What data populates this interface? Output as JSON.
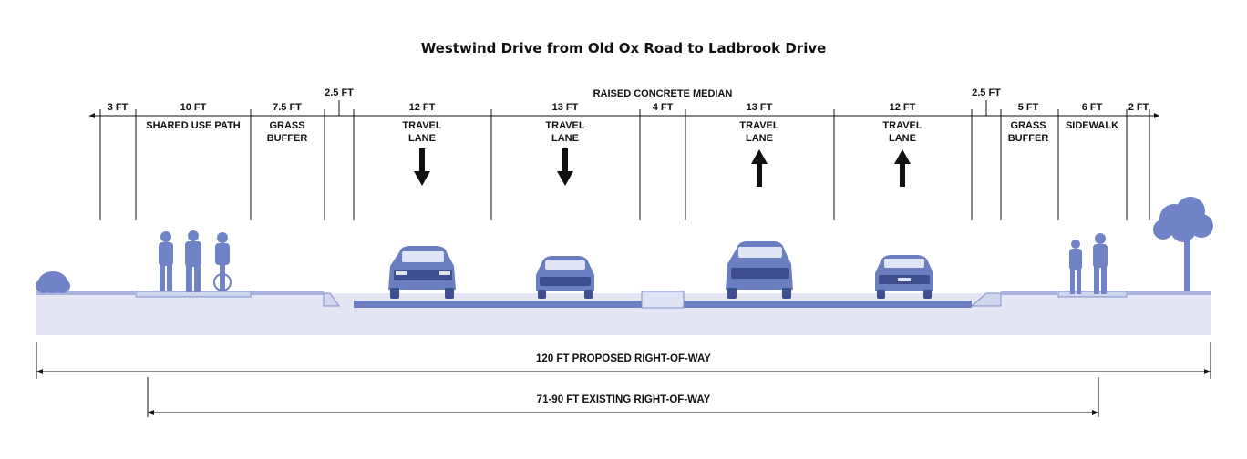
{
  "title": "Westwind Drive from Old Ox Road to Ladbrook Drive",
  "median_label": "RAISED CONCRETE MEDIAN",
  "segments": [
    {
      "width": "3 FT",
      "line1": "",
      "line2": ""
    },
    {
      "width": "10 FT",
      "line1": "SHARED USE PATH",
      "line2": ""
    },
    {
      "width": "7.5 FT",
      "line1": "GRASS",
      "line2": "BUFFER"
    },
    {
      "width": "2.5 FT",
      "line1": "",
      "line2": ""
    },
    {
      "width": "12 FT",
      "line1": "TRAVEL",
      "line2": "LANE",
      "direction": "down"
    },
    {
      "width": "13 FT",
      "line1": "TRAVEL",
      "line2": "LANE",
      "direction": "down"
    },
    {
      "width": "4 FT",
      "line1": "",
      "line2": ""
    },
    {
      "width": "13 FT",
      "line1": "TRAVEL",
      "line2": "LANE",
      "direction": "up"
    },
    {
      "width": "12 FT",
      "line1": "TRAVEL",
      "line2": "LANE",
      "direction": "up"
    },
    {
      "width": "2.5 FT",
      "line1": "",
      "line2": ""
    },
    {
      "width": "5 FT",
      "line1": "GRASS",
      "line2": "BUFFER"
    },
    {
      "width": "6 FT",
      "line1": "SIDEWALK",
      "line2": ""
    },
    {
      "width": "2 FT",
      "line1": "",
      "line2": ""
    }
  ],
  "proposed_row_label": "120 FT PROPOSED RIGHT-OF-WAY",
  "existing_row_label": "71-90 FT EXISTING RIGHT-OF-WAY",
  "colors": {
    "pavement": "#6a7ec0",
    "ground": "#e4e7f3",
    "figures": "#6f83c6"
  }
}
